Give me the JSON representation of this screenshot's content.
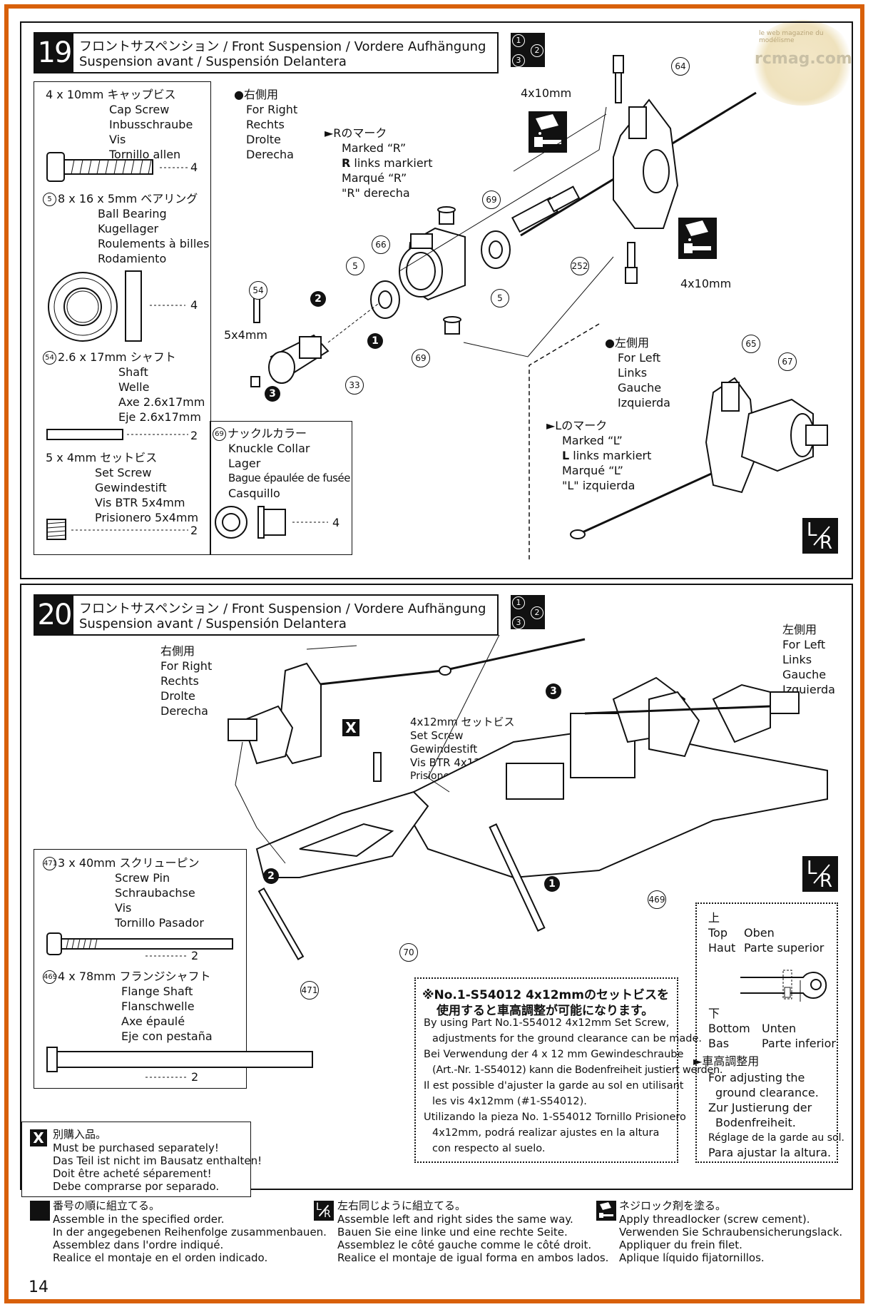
{
  "watermark": {
    "site": "rcmag.com",
    "tagline": "le web magazine du modélisme"
  },
  "step19": {
    "number": "19",
    "title_l1": "フロントサスペンション / Front Suspension / Vordere Aufhängung",
    "title_l2": "Suspension avant / Suspensión Delantera",
    "order_icon": {
      "a": "1",
      "b": "2",
      "c": "3"
    },
    "parts": {
      "cap_screw": {
        "size": "4 x 10mm キャップビス",
        "en": "Cap Screw",
        "de": "Inbusschraube",
        "fr": "Vis",
        "es": "Tornillo allen",
        "qty": "4"
      },
      "bearing": {
        "no": "5",
        "size": "8 x 16 x 5mm ベアリング",
        "en": "Ball Bearing",
        "de": "Kugellager",
        "fr": "Roulements à billes",
        "es": "Rodamiento",
        "qty": "4"
      },
      "shaft": {
        "no": "54",
        "size": "2.6 x 17mm シャフト",
        "en": "Shaft",
        "de": "Welle",
        "fr": "Axe 2.6x17mm",
        "es": "Eje 2.6x17mm",
        "qty": "2"
      },
      "set_screw": {
        "size": "5 x 4mm セットビス",
        "en": "Set Screw",
        "de": "Gewindestift",
        "fr": "Vis BTR 5x4mm",
        "es": "Prisionero 5x4mm",
        "qty": "2"
      },
      "collar": {
        "no": "69",
        "size": "ナックルカラー",
        "en": "Knuckle Collar",
        "de": "Lager",
        "fr": "Bague épaulée de fusée",
        "es": "Casquillo",
        "qty": "4"
      }
    },
    "right": {
      "jp": "●右側用",
      "en": "For Right",
      "de": "Rechts",
      "fr": "Drolte",
      "es": "Derecha"
    },
    "mark_r": {
      "jp": "►Rのマーク",
      "en": "Marked “R”",
      "de_bold": "R",
      "de": " links markiert",
      "fr": "Marqué “R”",
      "es": "\"R\" derecha"
    },
    "left": {
      "jp": "●左側用",
      "en": "For Left",
      "de": "Links",
      "fr": "Gauche",
      "es": "Izquierda"
    },
    "mark_l": {
      "jp": "►Lのマーク",
      "en": "Marked “L”",
      "de_bold": "L",
      "de": " links markiert",
      "fr": "Marqué “L”",
      "es": "\"L\" izquierda"
    },
    "labels": {
      "screw_top": "4x10mm",
      "screw_bot": "4x10mm",
      "setscrew": "5x4mm"
    },
    "part_numbers": [
      "64",
      "69",
      "66",
      "5",
      "5",
      "252",
      "54",
      "69",
      "33",
      "65",
      "67"
    ],
    "steps": [
      "1",
      "2",
      "3"
    ]
  },
  "step20": {
    "number": "20",
    "title_l1": "フロントサスペンション / Front Suspension / Vordere Aufhängung",
    "title_l2": "Suspension avant / Suspensión Delantera",
    "right": {
      "jp": "右側用",
      "en": "For Right",
      "de": "Rechts",
      "fr": "Drolte",
      "es": "Derecha"
    },
    "left": {
      "jp": "左側用",
      "en": "For Left",
      "de": "Links",
      "fr": "Gauche",
      "es": "Izquierda"
    },
    "set_screw": {
      "size": "4x12mm セットビス",
      "en": "Set Screw",
      "de": "Gewindestift",
      "fr": "Vis BTR 4x12mm",
      "es": "Prisionero 4x12mm"
    },
    "parts": {
      "screw_pin": {
        "no": "471",
        "size": "3 x 40mm スクリューピン",
        "en": "Screw Pin",
        "de": "Schraubachse",
        "fr": "Vis",
        "es": "Tornillo Pasador",
        "qty": "2"
      },
      "flange_shaft": {
        "no": "469",
        "size": "4 x 78mm フランジシャフト",
        "en": "Flange Shaft",
        "de": "Flanschwelle",
        "fr": "Axe épaulé",
        "es": "Eje con pestaña",
        "qty": "2"
      }
    },
    "part_numbers": [
      "469",
      "70",
      "471"
    ],
    "steps": [
      "1",
      "2",
      "3"
    ],
    "height": {
      "top_jp": "上",
      "top_en": "Top",
      "top_de": "Oben",
      "top_fr": "Haut",
      "top_es": "Parte superior",
      "bot_jp": "下",
      "bot_en": "Bottom",
      "bot_de": "Unten",
      "bot_fr": "Bas",
      "bot_es": "Parte inferior",
      "adj_jp": "►車高調整用",
      "adj_en1": "For adjusting the",
      "adj_en2": "ground clearance.",
      "adj_de1": "Zur Justierung der",
      "adj_de2": "Bodenfreiheit.",
      "adj_fr": "Réglage de la garde au sol.",
      "adj_es": "Para ajustar la altura."
    },
    "note": {
      "jp1": "※No.1-S54012 4x12mmのセットビスを",
      "jp2": "使用すると車高調整が可能になります。",
      "en1": "By using Part No.1-S54012 4x12mm Set Screw,",
      "en2": "adjustments for the ground clearance can be made.",
      "de1": "Bei Verwendung der 4 x 12 mm Gewindeschraube",
      "de2": "(Art.-Nr. 1-S54012) kann die Bodenfreiheit justiert werden.",
      "fr1": "Il est possible d'ajuster la garde au sol en utilisant",
      "fr2": "les vis 4x12mm (#1-S54012).",
      "es1": "Utilizando la pieza No. 1-S54012 Tornillo Prisionero",
      "es2": "4x12mm, podrá realizar ajustes en la altura",
      "es3": "con respecto al suelo."
    }
  },
  "legend": {
    "purchase": {
      "jp": "別購入品。",
      "en": "Must be purchased separately!",
      "de": "Das Teil ist nicht im Bausatz enthalten!",
      "fr": "Doit être acheté séparement!",
      "es": "Debe comprarse por separado."
    },
    "order": {
      "jp": "番号の順に組立てる。",
      "en": "Assemble in the specified order.",
      "de": "In der angegebenen Reihenfolge zusammenbauen.",
      "fr": "Assemblez dans l'ordre indiqué.",
      "es": "Realice el montaje en el orden indicado."
    },
    "same": {
      "jp": "左右同じように組立てる。",
      "en": "Assemble left and right sides the same way.",
      "de": "Bauen Sie eine linke und eine rechte Seite.",
      "fr": "Assemblez le côté gauche comme le côté droit.",
      "es": "Realice el montaje de igual forma en ambos lados."
    },
    "lock": {
      "jp": "ネジロック剤を塗る。",
      "en": "Apply threadlocker (screw cement).",
      "de": "Verwenden Sie Schraubensicherungslack.",
      "fr": "Appliquer du frein filet.",
      "es": "Aplique líquido fijatornillos."
    }
  },
  "page_number": "14"
}
